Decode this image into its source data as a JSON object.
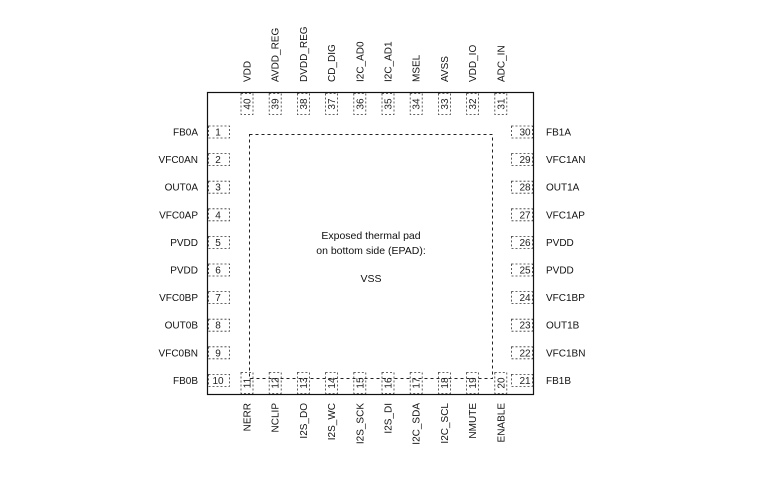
{
  "package": {
    "left_pins": [
      {
        "num": "1",
        "name": "FB0A"
      },
      {
        "num": "2",
        "name": "VFC0AN"
      },
      {
        "num": "3",
        "name": "OUT0A"
      },
      {
        "num": "4",
        "name": "VFC0AP"
      },
      {
        "num": "5",
        "name": "PVDD"
      },
      {
        "num": "6",
        "name": "PVDD"
      },
      {
        "num": "7",
        "name": "VFC0BP"
      },
      {
        "num": "8",
        "name": "OUT0B"
      },
      {
        "num": "9",
        "name": "VFC0BN"
      },
      {
        "num": "10",
        "name": "FB0B"
      }
    ],
    "bottom_pins": [
      {
        "num": "11",
        "name": "NERR"
      },
      {
        "num": "12",
        "name": "NCLIP"
      },
      {
        "num": "13",
        "name": "I2S_DO"
      },
      {
        "num": "14",
        "name": "I2S_WC"
      },
      {
        "num": "15",
        "name": "I2S_SCK"
      },
      {
        "num": "16",
        "name": "I2S_DI"
      },
      {
        "num": "17",
        "name": "I2C_SDA"
      },
      {
        "num": "18",
        "name": "I2C_SCL"
      },
      {
        "num": "19",
        "name": "NMUTE"
      },
      {
        "num": "20",
        "name": "ENABLE"
      }
    ],
    "right_pins": [
      {
        "num": "30",
        "name": "FB1A"
      },
      {
        "num": "29",
        "name": "VFC1AN"
      },
      {
        "num": "28",
        "name": "OUT1A"
      },
      {
        "num": "27",
        "name": "VFC1AP"
      },
      {
        "num": "26",
        "name": "PVDD"
      },
      {
        "num": "25",
        "name": "PVDD"
      },
      {
        "num": "24",
        "name": "VFC1BP"
      },
      {
        "num": "23",
        "name": "OUT1B"
      },
      {
        "num": "22",
        "name": "VFC1BN"
      },
      {
        "num": "21",
        "name": "FB1B"
      }
    ],
    "top_pins": [
      {
        "num": "40",
        "name": "VDD"
      },
      {
        "num": "39",
        "name": "AVDD_REG"
      },
      {
        "num": "38",
        "name": "DVDD_REG"
      },
      {
        "num": "37",
        "name": "CD_DIG"
      },
      {
        "num": "36",
        "name": "I2C_AD0"
      },
      {
        "num": "35",
        "name": "I2C_AD1"
      },
      {
        "num": "34",
        "name": "MSEL"
      },
      {
        "num": "33",
        "name": "AVSS"
      },
      {
        "num": "32",
        "name": "VDD_IO"
      },
      {
        "num": "31",
        "name": "ADC_IN"
      }
    ],
    "epad": {
      "line1": "Exposed thermal pad",
      "line2": "on bottom side (EPAD):",
      "net": "VSS"
    }
  }
}
